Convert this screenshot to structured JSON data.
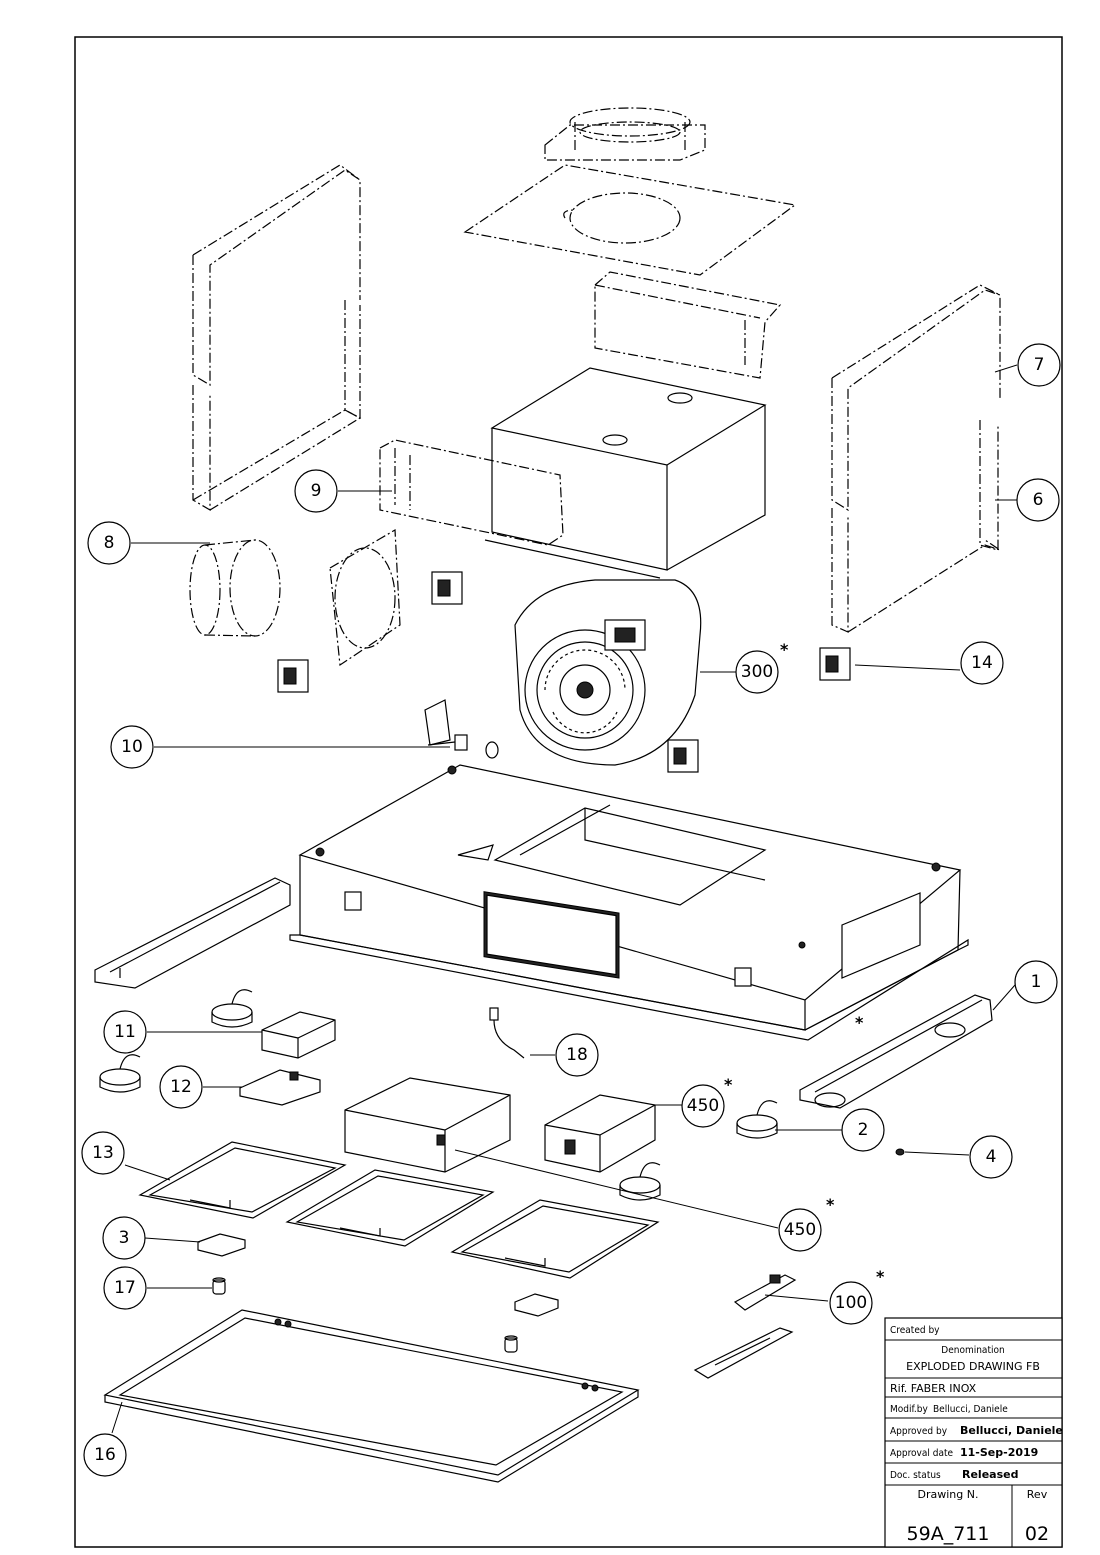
{
  "callouts": [
    {
      "id": "c1",
      "label": "1"
    },
    {
      "id": "c2",
      "label": "2"
    },
    {
      "id": "c3",
      "label": "3"
    },
    {
      "id": "c4",
      "label": "4"
    },
    {
      "id": "c6",
      "label": "6"
    },
    {
      "id": "c7",
      "label": "7"
    },
    {
      "id": "c8",
      "label": "8"
    },
    {
      "id": "c9",
      "label": "9"
    },
    {
      "id": "c10",
      "label": "10"
    },
    {
      "id": "c11",
      "label": "11"
    },
    {
      "id": "c12",
      "label": "12"
    },
    {
      "id": "c13",
      "label": "13"
    },
    {
      "id": "c14",
      "label": "14"
    },
    {
      "id": "c16",
      "label": "16"
    },
    {
      "id": "c17",
      "label": "17"
    },
    {
      "id": "c18",
      "label": "18"
    },
    {
      "id": "c100",
      "label": "100"
    },
    {
      "id": "c300",
      "label": "300"
    },
    {
      "id": "c450a",
      "label": "450"
    },
    {
      "id": "c450b",
      "label": "450"
    }
  ],
  "star_symbol": "*",
  "title_block": {
    "created_by_label": "Created by",
    "denomination_label": "Denomination",
    "denomination_value": "EXPLODED DRAWING FB",
    "rif": "Rif. FABER INOX",
    "modif_label": "Modif.by",
    "modif_value": "Bellucci, Daniele",
    "approved_label": "Approved by",
    "approved_value": "Bellucci, Daniele",
    "approval_date_label": "Approval date",
    "approval_date_value": "11-Sep-2019",
    "doc_status_label": "Doc. status",
    "doc_status_value": "Released",
    "drawing_n_label": "Drawing N.",
    "drawing_n_value": "59A_711",
    "rev_label": "Rev",
    "rev_value": "02"
  }
}
